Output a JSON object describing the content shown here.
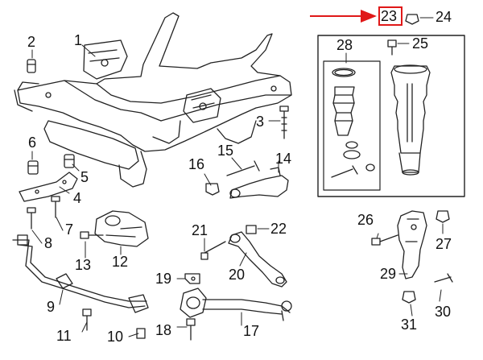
{
  "callouts": {
    "c1": "1",
    "c2": "2",
    "c3": "3",
    "c4": "4",
    "c5": "5",
    "c6": "6",
    "c7": "7",
    "c8": "8",
    "c9": "9",
    "c10": "10",
    "c11": "11",
    "c12": "12",
    "c13": "13",
    "c14": "14",
    "c15": "15",
    "c16": "16",
    "c17": "17",
    "c18": "18",
    "c19": "19",
    "c20": "20",
    "c21": "21",
    "c22": "22",
    "c23": "23",
    "c24": "24",
    "c25": "25",
    "c26": "26",
    "c27": "27",
    "c28": "28",
    "c29": "29",
    "c30": "30",
    "c31": "31"
  },
  "highlight": {
    "part": "23",
    "color": "#e01818"
  },
  "icons": {
    "subframe": "front-subframe-icon",
    "air_strut": "air-suspension-strut-icon",
    "stabilizer_bar": "stabilizer-bar-icon"
  }
}
